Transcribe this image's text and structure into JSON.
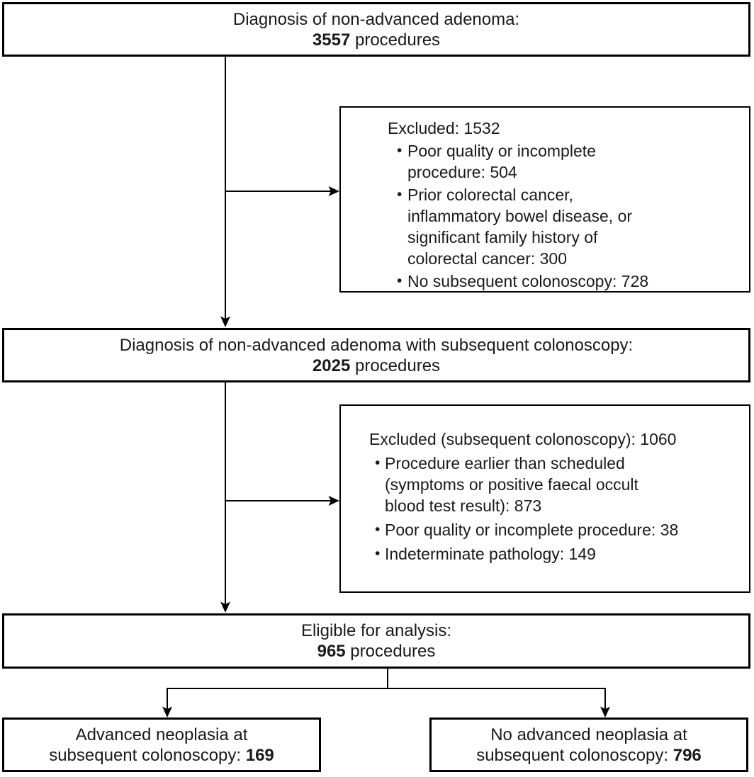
{
  "diagram": {
    "title_hint": "Study flow diagram",
    "colors": {
      "border": "#000000",
      "text": "#1a1a1a",
      "background": "#ffffff"
    },
    "bullet_char": "•",
    "nodes": {
      "top": {
        "line1": "Diagnosis of non-advanced adenoma:",
        "count": "3557",
        "suffix": " procedures"
      },
      "excluded1": {
        "title": "Excluded: 1532",
        "bullets": [
          "Poor quality or incomplete\nprocedure: 504",
          "Prior colorectal cancer,\ninflammatory bowel disease, or\nsignificant family history of\ncolorectal cancer: 300",
          "No subsequent colonoscopy: 728"
        ]
      },
      "middle": {
        "line1": "Diagnosis of non-advanced adenoma with subsequent colonoscopy:",
        "count": "2025",
        "suffix": " procedures"
      },
      "excluded2": {
        "title": "Excluded (subsequent colonoscopy): 1060",
        "bullets": [
          "Procedure earlier than scheduled\n(symptoms or positive faecal occult\nblood test result): 873",
          "Poor quality or incomplete procedure: 38",
          "Indeterminate pathology: 149"
        ]
      },
      "eligible": {
        "line1": "Eligible for analysis:",
        "count": "965",
        "suffix": " procedures"
      },
      "outcome_left": {
        "line1": "Advanced neoplasia at",
        "line2_prefix": "subsequent colonoscopy: ",
        "count": "169"
      },
      "outcome_right": {
        "line1": "No advanced neoplasia at",
        "line2_prefix": "subsequent colonoscopy: ",
        "count": "796"
      }
    }
  }
}
